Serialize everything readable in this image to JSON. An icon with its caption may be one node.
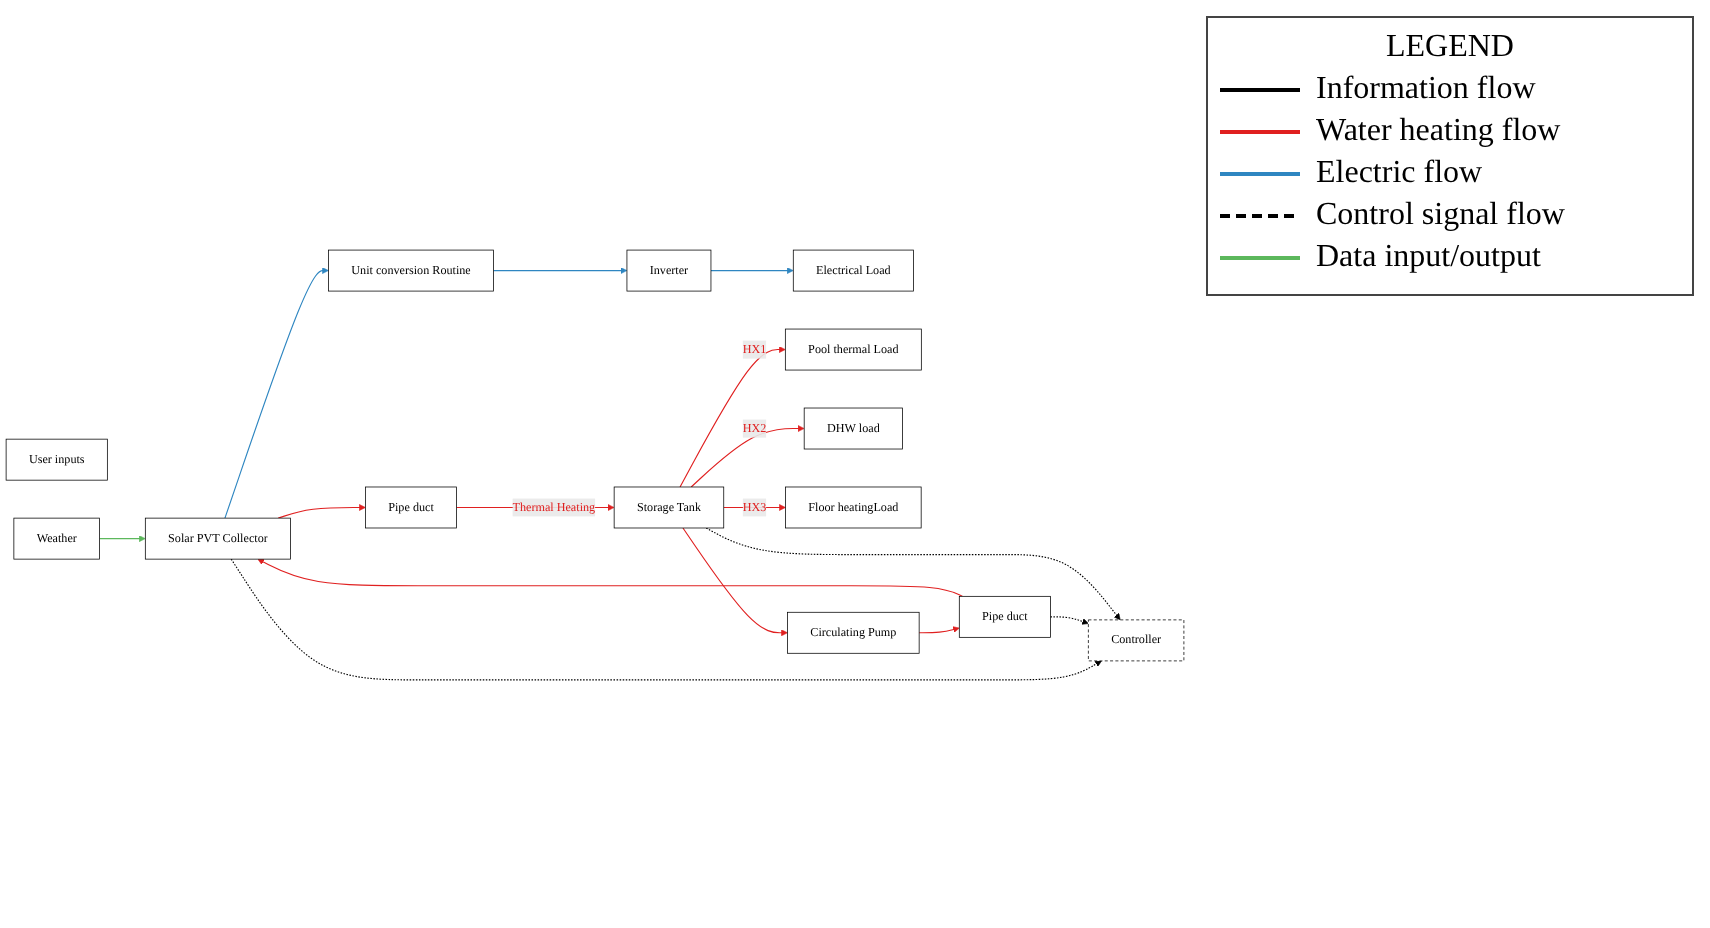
{
  "diagram": {
    "nodes": [
      {
        "text": [
          "User inputs"
        ]
      },
      {
        "text": [
          "Unit conversion Routine"
        ]
      },
      {
        "text": [
          "Inverter"
        ]
      },
      {
        "text": [
          "Electrical Load"
        ]
      },
      {
        "text": [
          "Weather"
        ]
      },
      {
        "text": [
          "Solar PVT Collector"
        ]
      },
      {
        "text": [
          "Pipe duct"
        ]
      },
      {
        "text": [
          "Pool thermal Load"
        ]
      },
      {
        "text": [
          "Controller"
        ]
      },
      {
        "text": [
          "Storage Tank"
        ]
      },
      {
        "text": [
          "DHW load"
        ]
      },
      {
        "text": [
          "Floor heatingLoad"
        ]
      },
      {
        "text": [
          "Pipe duct"
        ]
      },
      {
        "text": [
          "Circulating Pump"
        ]
      }
    ],
    "edges": [
      {
        "from": 5,
        "to": 1,
        "arrow": "to",
        "color": "#2e86c1"
      },
      {
        "from": 1,
        "to": 2,
        "arrow": "to",
        "color": "#2e86c1"
      },
      {
        "from": 2,
        "to": 3,
        "arrow": "to",
        "color": "#2e86c1"
      },
      {
        "from": 4,
        "to": 5,
        "arrow": "to",
        "color": "#5cb85c"
      },
      {
        "from": 5,
        "to": 6,
        "arrow": "to"
      },
      {
        "from": 6,
        "to": 9,
        "arrow": "to",
        "label": "Thermal Heating"
      },
      {
        "from": 9,
        "to": 7,
        "arrow": "to",
        "label": "HX1"
      },
      {
        "from": 9,
        "to": 10,
        "arrow": "to",
        "label": "HX2"
      },
      {
        "from": 9,
        "to": 11,
        "arrow": "to",
        "label": "HX3"
      },
      {
        "from": 9,
        "to": 13,
        "arrow": "to"
      },
      {
        "from": 13,
        "to": 12,
        "arrow": "to"
      },
      {
        "from": 12,
        "to": 5,
        "arrow": "to"
      },
      {
        "from": 5,
        "to": 8,
        "arrow": "to",
        "style": "dashed",
        "color": "#000000"
      },
      {
        "from": 12,
        "to": 8,
        "arrow": "to",
        "style": "dashed",
        "color": "#000000"
      },
      {
        "from": 9,
        "to": 8,
        "arrow": "to",
        "style": "dashed",
        "color": "#000000"
      }
    ],
    "labels": [
      "LEGEND"
    ],
    "legend": [
      {
        "text": "Information flow"
      },
      {
        "text": "Water heating flow"
      },
      {
        "text": "Electric flow"
      },
      {
        "text": "Control signal flow"
      },
      {
        "text": "Data input/output"
      }
    ]
  }
}
